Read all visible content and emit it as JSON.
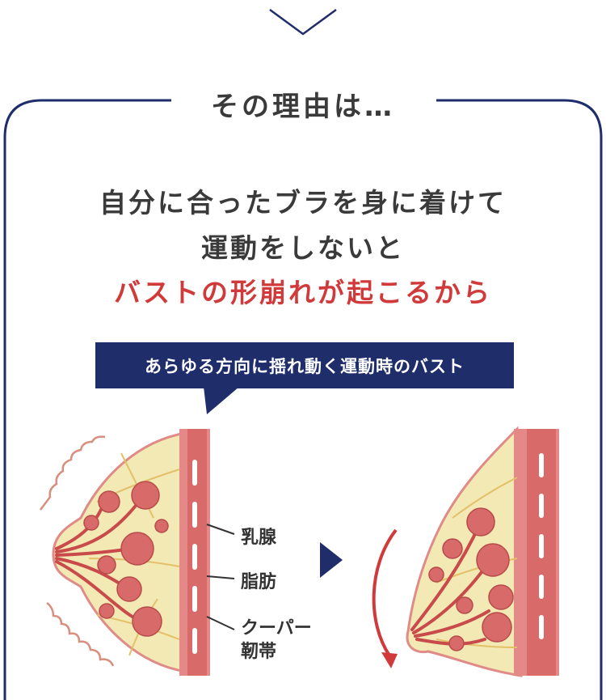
{
  "heading": "その理由は…",
  "lead": {
    "line1": "自分に合ったブラを身に着けて",
    "line2": "運動をしないと",
    "line3": "バストの形崩れが起こるから"
  },
  "bubble": {
    "text": "あらゆる方向に揺れ動く運動時のバスト"
  },
  "labels": {
    "mammary": "乳腺",
    "fat": "脂肪",
    "cooper_line1": "クーパー",
    "cooper_line2": "靭帯"
  },
  "colors": {
    "navy": "#1f2d6b",
    "accent_red": "#d13a3a",
    "text": "#3a3a3a",
    "skin": "#f2e9b4",
    "tissue": "#e48a8a"
  },
  "icons": [
    "chevron-down-icon",
    "play-arrow-icon",
    "curved-down-arrow-icon"
  ]
}
